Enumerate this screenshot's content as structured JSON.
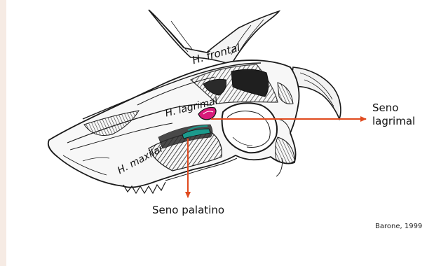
{
  "colors": {
    "side_strip": "#f6ebe4",
    "arrow": "#e04a1e",
    "lacrimal_sinus_fill": "#d81b7a",
    "palatine_sinus_fill": "#1b9a8c",
    "ink": "#1a1a1a"
  },
  "bones": {
    "frontal": "H. frontal",
    "lacrimal": "H. lagrimal",
    "maxillary": "H. maxilar"
  },
  "sinuses": {
    "lacrimal_line1": "Seno",
    "lacrimal_line2": "lagrimal",
    "palatine": "Seno palatino"
  },
  "credit": "Barone, 1999"
}
